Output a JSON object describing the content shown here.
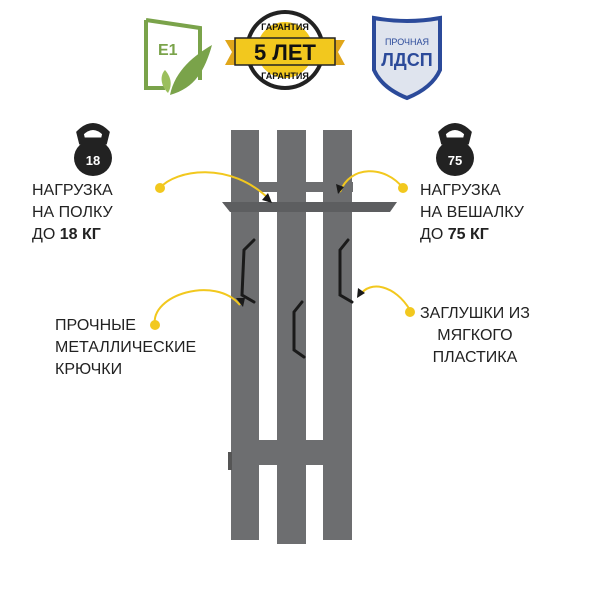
{
  "badges": {
    "e1": {
      "text": "E1"
    },
    "warranty": {
      "top": "ГАРАНТИЯ",
      "main": "5 ЛЕТ",
      "bottom": "ГАРАНТИЯ"
    },
    "ldsp": {
      "top": "ПРОЧНАЯ",
      "main": "ЛДСП"
    }
  },
  "weights": {
    "left": "18",
    "right": "75"
  },
  "callouts": {
    "shelf": {
      "line1": "НАГРУЗКА",
      "line2": "НА ПОЛКУ",
      "prefix": "ДО ",
      "value": "18 КГ"
    },
    "hanger": {
      "line1": "НАГРУЗКА",
      "line2": "НА ВЕШАЛКУ",
      "prefix": "ДО ",
      "value": "75 КГ"
    },
    "hooks": {
      "line1": "ПРОЧНЫЕ",
      "line2": "МЕТАЛЛИЧЕСКИЕ",
      "line3": "КРЮЧКИ"
    },
    "caps": {
      "line1": "ЗАГЛУШКИ ИЗ",
      "line2": "МЯГКОГО",
      "line3": "ПЛАСТИКА"
    }
  },
  "colors": {
    "accent": "#f2c81e",
    "panel": "#6d6e70",
    "hook": "#1a1a1a"
  }
}
